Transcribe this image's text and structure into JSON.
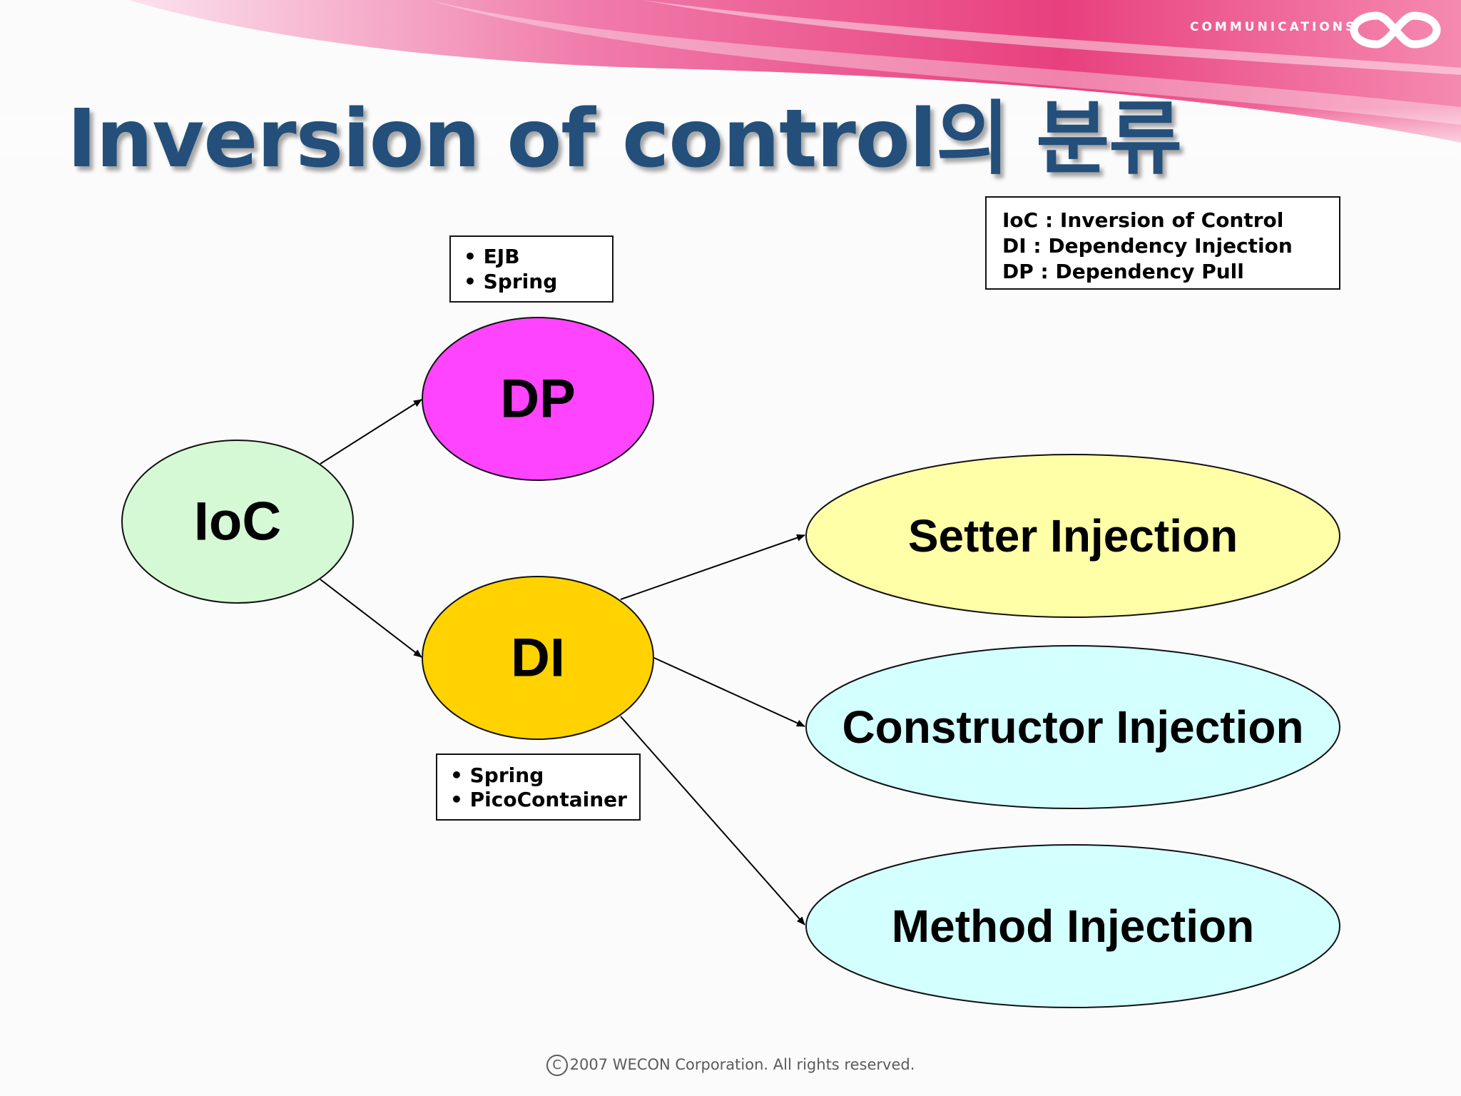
{
  "brand": {
    "text": "COMMUNICATIONS",
    "logo_icon": "infinity-logo-icon"
  },
  "title": "Inversion of control의 분류",
  "notes": {
    "dp_examples": [
      "• EJB",
      "• Spring"
    ],
    "di_examples": [
      "• Spring",
      "• PicoContainer"
    ]
  },
  "legend": [
    "IoC : Inversion of Control",
    "DI : Dependency Injection",
    "DP : Dependency Pull"
  ],
  "nodes": {
    "ioc": "IoC",
    "dp": "DP",
    "di": "DI",
    "setter": "Setter Injection",
    "constructor": "Constructor Injection",
    "method": "Method Injection"
  },
  "colors": {
    "ioc": "#d5f8d5",
    "dp": "#ff44ff",
    "di": "#ffd200",
    "setter": "#ffffa8",
    "constructor": "#d3ffff",
    "method": "#d3ffff",
    "title": "#234f7a",
    "banner_pink": "#ee4d8c"
  },
  "edges": [
    [
      "ioc",
      "dp"
    ],
    [
      "ioc",
      "di"
    ],
    [
      "di",
      "setter"
    ],
    [
      "di",
      "constructor"
    ],
    [
      "di",
      "method"
    ]
  ],
  "footer": {
    "symbol": "C",
    "text": "2007 WECON Corporation. All rights reserved."
  }
}
